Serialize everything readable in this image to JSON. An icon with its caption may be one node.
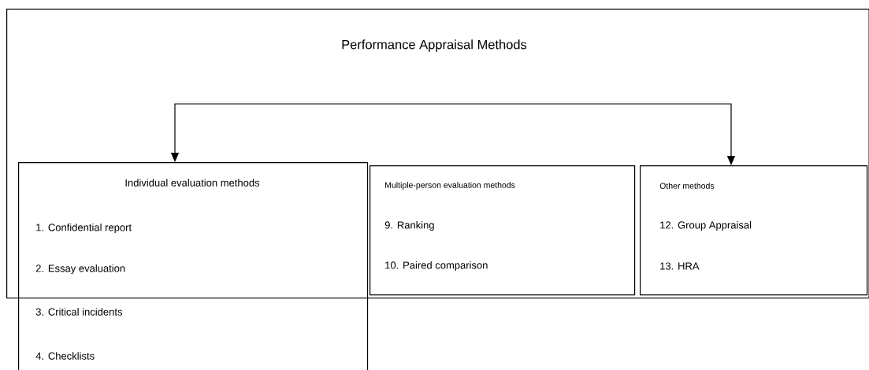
{
  "diagram": {
    "nodes": [
      {
        "text": [
          "Performance Appraisal Methods"
        ]
      },
      {
        "text": [
          "Individual evaluation methods",
          "1. Confidential report",
          "2. Essay evaluation",
          "3. Critical incidents",
          "4. Checklists"
        ]
      },
      {
        "text": [
          "Multiple-person evaluation methods",
          "9. Ranking",
          "10. Paired comparison"
        ],
        "in": 0
      },
      {
        "text": [
          "Other methods",
          "12. Group Appraisal",
          "13. HRA"
        ],
        "in": 0
      }
    ],
    "edges": [
      {
        "from": 1,
        "to": 3,
        "arrow": "both"
      }
    ]
  }
}
